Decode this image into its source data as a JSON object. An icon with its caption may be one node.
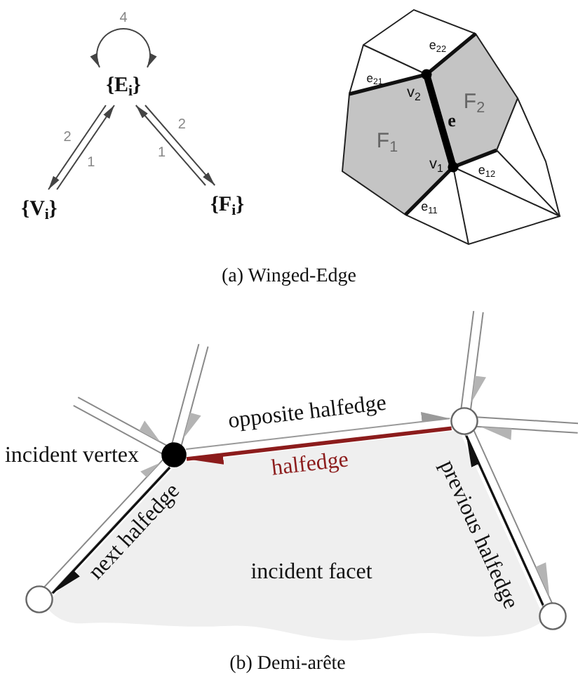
{
  "diagram": {
    "nodes": [
      {
        "text": [
          "{E$_{i}$}"
        ]
      },
      {
        "text": [
          "{V$_{i}$}"
        ]
      },
      {
        "text": [
          "{F$_{i}$}"
        ]
      },
      {
        "text": [],
        "shape": "circle"
      },
      {
        "text": [],
        "shape": "dot"
      },
      {
        "text": [],
        "shape": "circle"
      },
      {
        "text": [],
        "shape": "circle"
      },
      {
        "text": [
          "incident facet"
        ]
      }
    ],
    "edges": [
      {
        "from": 0,
        "to": 1,
        "arrow": "to",
        "label": "2"
      },
      {
        "from": 1,
        "to": 0,
        "arrow": "to",
        "label": "1"
      },
      {
        "from": 0,
        "to": 2,
        "arrow": "to",
        "label": "2"
      },
      {
        "from": 2,
        "to": 0,
        "arrow": "to",
        "label": "1"
      },
      {
        "from": 0,
        "to": 0,
        "arrow": "both",
        "label": "4"
      },
      {
        "from": 5,
        "to": 4,
        "arrow": "to",
        "label": "halfedge",
        "style": "thick",
        "color": "#8c1c1c"
      },
      {
        "from": 4,
        "to": 5,
        "arrow": "to",
        "label": "opposite halfedge",
        "color": "#9a9a9a"
      },
      {
        "from": 4,
        "to": 3,
        "arrow": "to",
        "label": "next halfedge"
      },
      {
        "from": 6,
        "to": 5,
        "arrow": "to",
        "label": "previous halfedge"
      }
    ],
    "labels": [
      "e$_{22}$",
      "e$_{21}$",
      "v$_{2}$",
      "F$_{2}$",
      "e",
      "F$_{1}$",
      "v$_{1}$",
      "e$_{12}$",
      "e$_{11}$",
      "(a) Winged-Edge",
      "incident vertex",
      "(b) Demi-arête"
    ]
  }
}
